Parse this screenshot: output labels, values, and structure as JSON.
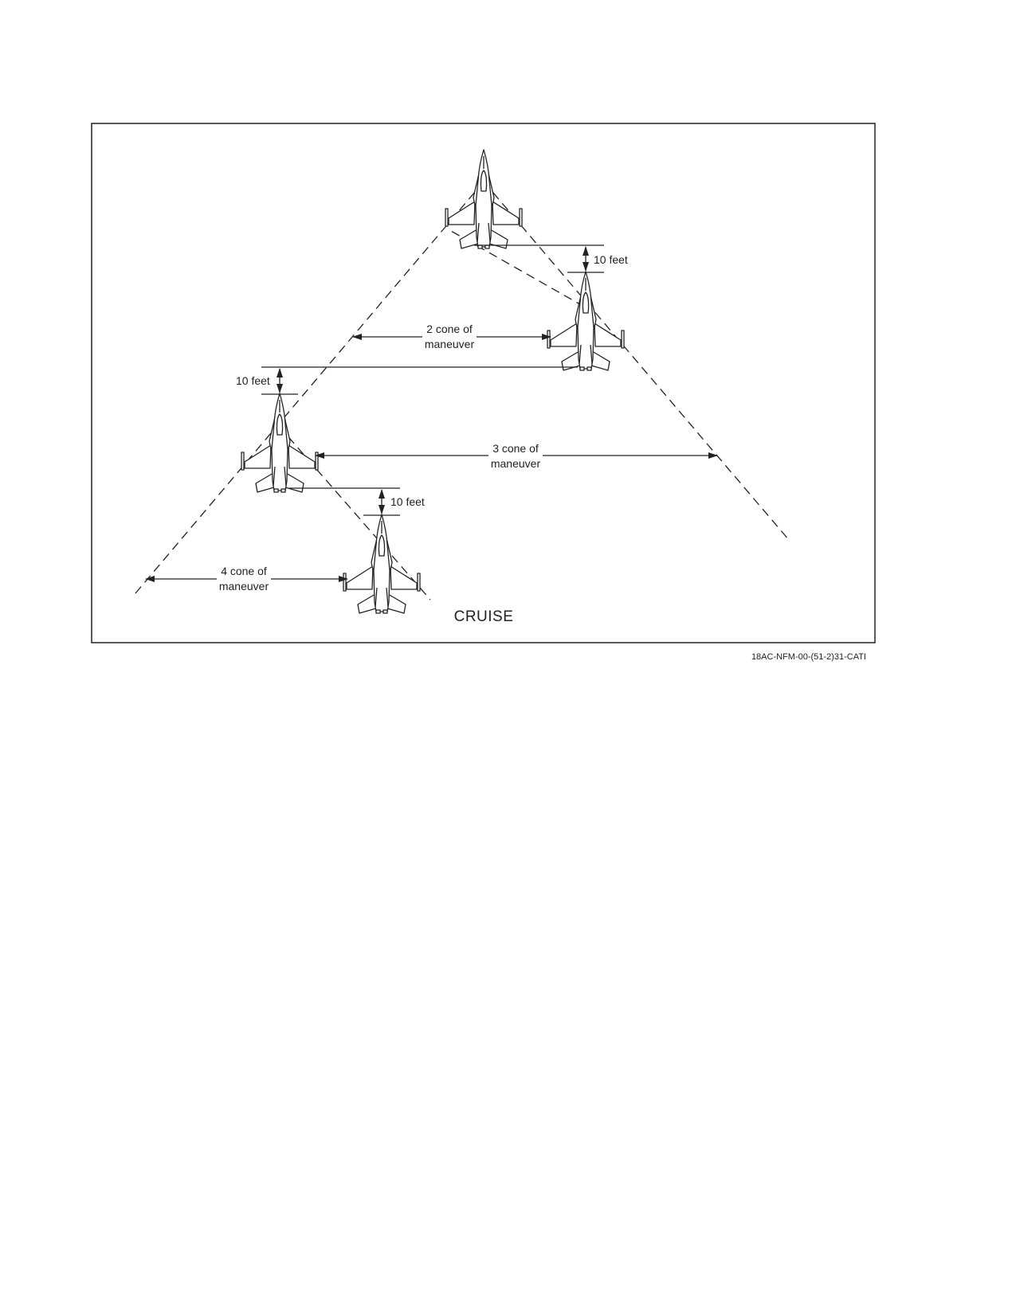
{
  "diagram": {
    "title": "CRUISE",
    "figure_code": "18AC-NFM-00-(51-2)31-CATI",
    "labels": {
      "sep_lead_2": "10 feet",
      "sep_2_3": "10 feet",
      "sep_3_4": "10 feet",
      "cone2_line1": "2 cone of",
      "cone2_line2": "maneuver",
      "cone3_line1": "3 cone of",
      "cone3_line2": "maneuver",
      "cone4_line1": "4 cone of",
      "cone4_line2": "maneuver"
    },
    "aircraft": [
      "aircraft-lead",
      "aircraft-2",
      "aircraft-3",
      "aircraft-4"
    ]
  }
}
